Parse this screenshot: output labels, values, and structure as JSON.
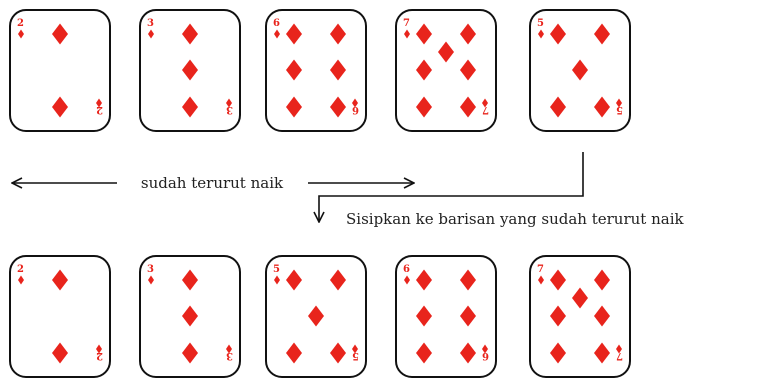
{
  "suit_color": "#e8241c",
  "suit_icon": "diamond",
  "row_top": {
    "cards": [
      {
        "rank": "2"
      },
      {
        "rank": "3"
      },
      {
        "rank": "6"
      },
      {
        "rank": "7"
      },
      {
        "rank": "5"
      }
    ]
  },
  "row_bottom": {
    "cards": [
      {
        "rank": "2"
      },
      {
        "rank": "3"
      },
      {
        "rank": "5"
      },
      {
        "rank": "6"
      },
      {
        "rank": "7"
      }
    ]
  },
  "labels": {
    "sorted": "sudah terurut naik",
    "insert": "Sisipkan ke barisan yang sudah terurut naik"
  }
}
